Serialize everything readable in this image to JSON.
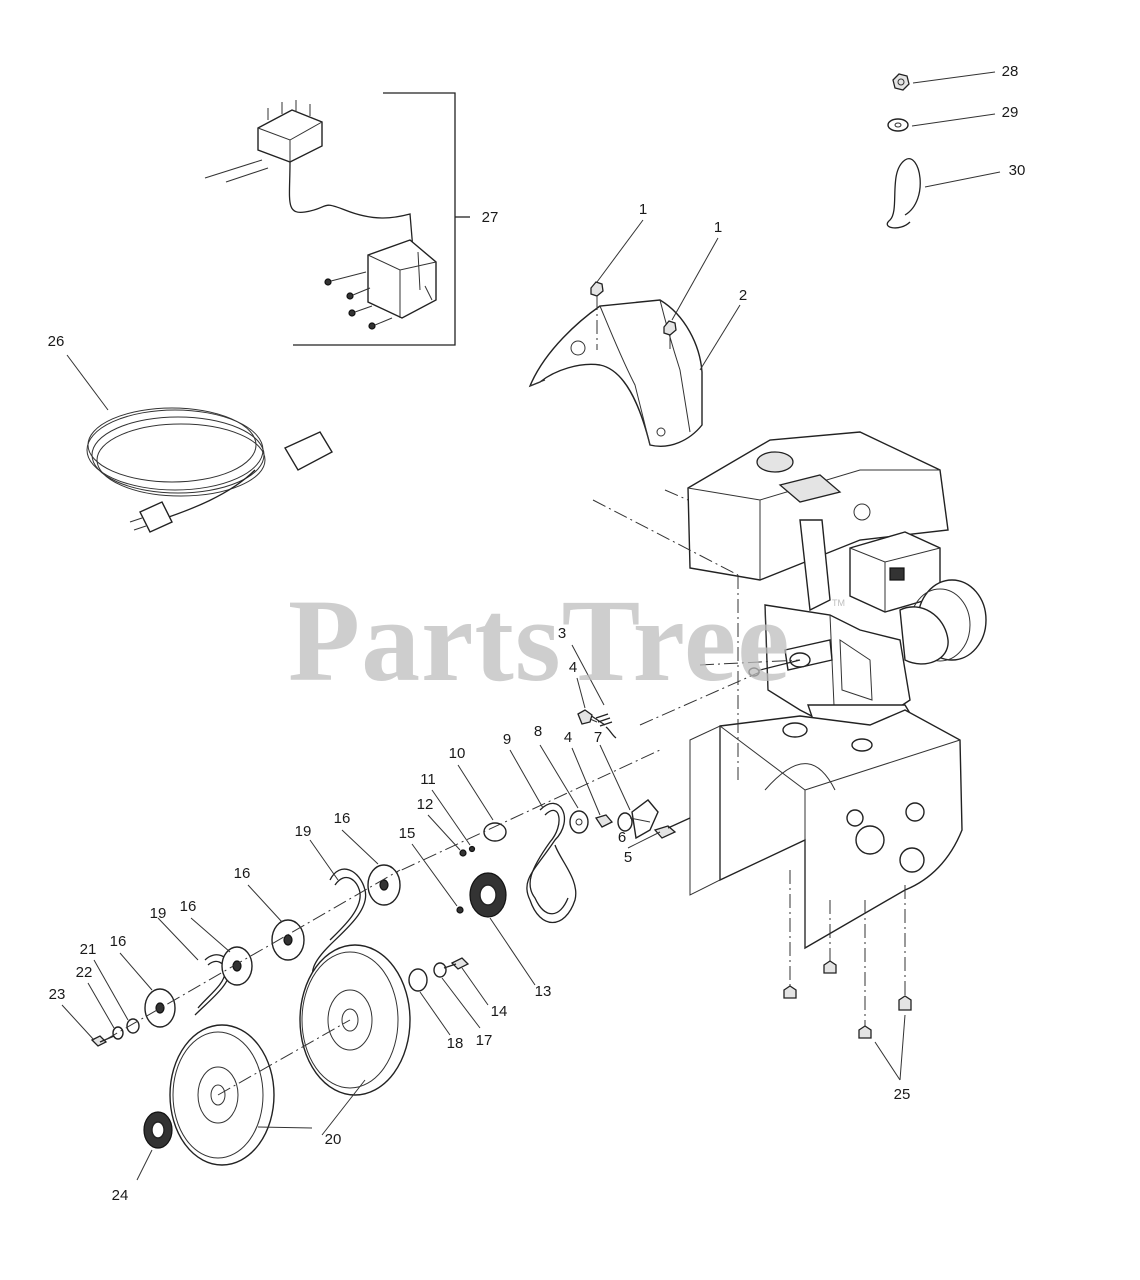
{
  "watermark": {
    "text": "PartsTree",
    "trademark": "TM"
  },
  "callouts": [
    {
      "label": "1"
    },
    {
      "label": "1"
    },
    {
      "label": "2"
    },
    {
      "label": "3"
    },
    {
      "label": "4"
    },
    {
      "label": "4"
    },
    {
      "label": "5"
    },
    {
      "label": "6"
    },
    {
      "label": "7"
    },
    {
      "label": "8"
    },
    {
      "label": "9"
    },
    {
      "label": "10"
    },
    {
      "label": "11"
    },
    {
      "label": "12"
    },
    {
      "label": "13"
    },
    {
      "label": "14"
    },
    {
      "label": "15"
    },
    {
      "label": "16"
    },
    {
      "label": "16"
    },
    {
      "label": "16"
    },
    {
      "label": "16"
    },
    {
      "label": "17"
    },
    {
      "label": "18"
    },
    {
      "label": "19"
    },
    {
      "label": "19"
    },
    {
      "label": "20"
    },
    {
      "label": "21"
    },
    {
      "label": "22"
    },
    {
      "label": "23"
    },
    {
      "label": "24"
    },
    {
      "label": "25"
    },
    {
      "label": "26"
    },
    {
      "label": "27"
    },
    {
      "label": "28"
    },
    {
      "label": "29"
    },
    {
      "label": "30"
    }
  ]
}
